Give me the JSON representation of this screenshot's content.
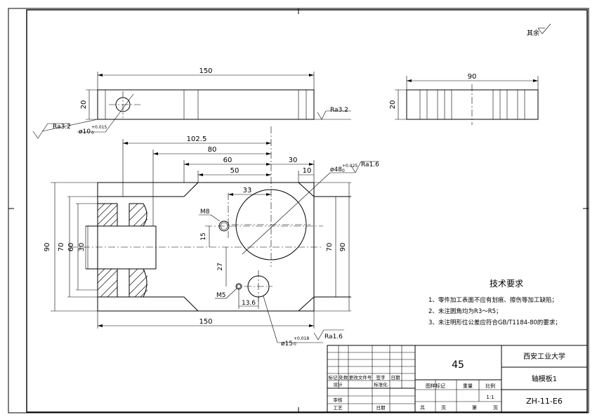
{
  "dimensions": {
    "top_width": "150",
    "top_height": "20",
    "top_hole": "ø10",
    "top_hole_tol_upper": "+0.015",
    "top_hole_tol_lower": "0",
    "side_width": "90",
    "side_height": "20",
    "d_102_5": "102.5",
    "d_80": "80",
    "d_60": "60",
    "d_50": "50",
    "d_30": "30",
    "d_10": "10",
    "big_hole": "ø48",
    "big_hole_tol_upper": "+0.025",
    "big_hole_tol_lower": "0",
    "d_33": "33",
    "m8": "M8",
    "m5": "M5",
    "d_15": "15",
    "d_27": "27",
    "d_13_6": "13.6",
    "left_90": "90",
    "left_70": "70",
    "left_60": "60",
    "left_30": "30",
    "right_70": "70",
    "right_90": "90",
    "bottom_150": "150",
    "small_hole": "ø15",
    "small_hole_tol_upper": "+0.018",
    "small_hole_tol_lower": "0"
  },
  "roughness": {
    "top_left": "Ra3.2",
    "top_right": "Ra3.2",
    "big_hole": "Ra1.6",
    "small_hole": "Ra1.6",
    "corner_label": "其余"
  },
  "tech_requirements": {
    "title": "技术要求",
    "items": [
      "1、零件加工表面不应有划痕、擦伤等加工缺陷；",
      "2、未注圆角均为R3～R5；",
      "3、未注明形位公差应符合GB/T1184-80的要求；"
    ]
  },
  "title_block": {
    "material": "45",
    "school": "西安工业大学",
    "part_name": "轴模板1",
    "drawing_no": "ZH-11-E6",
    "h_mark": "标记",
    "h_count": "处数",
    "h_doc": "更改文件号",
    "h_sign": "签字",
    "h_date": "日期",
    "h_design": "设计",
    "h_standard": "标准化",
    "h_stage": "图样标记",
    "h_weight": "重量",
    "h_scale": "比例",
    "h_review": "审核",
    "h_process": "工艺",
    "h_date2": "日期",
    "h_total": "共",
    "h_page": "页",
    "h_sheet": "第",
    "h_page2": "页",
    "scale_value": "1:1"
  }
}
